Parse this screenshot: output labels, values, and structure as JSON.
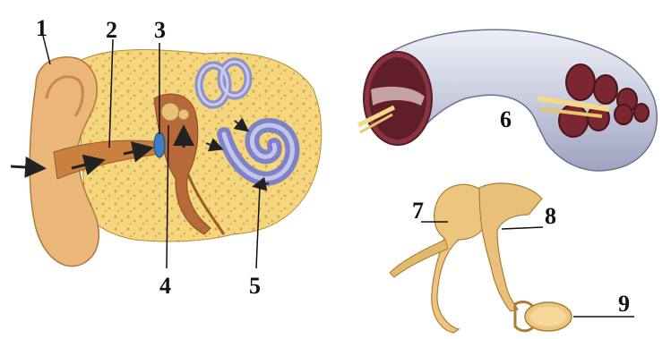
{
  "labels": {
    "l1": "1",
    "l2": "2",
    "l3": "3",
    "l4": "4",
    "l5": "5",
    "l6": "6",
    "l7": "7",
    "l8": "8",
    "l9": "9"
  },
  "colors": {
    "bone": "#f0cf73",
    "bone_dark": "#d9a94a",
    "skin": "#e9b777",
    "canal": "#c9803f",
    "cochlea": "#8c8fd0",
    "nerve_tube": "#dfe1ef",
    "chamber": "#7a2732",
    "ossicle": "#e8c27a",
    "arrow": "#222222"
  }
}
